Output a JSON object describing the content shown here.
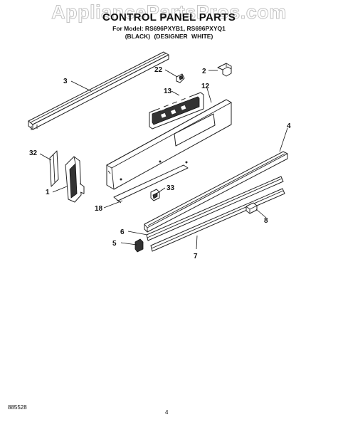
{
  "header": {
    "watermark": "AppliancePartsPros.com",
    "title": "CONTROL PANEL PARTS",
    "model_line": "For Model: RS696PXYB1, RS696PXYQ1",
    "variants": "(BLACK)   (DESIGNER WHITE)"
  },
  "callouts": {
    "c1": "1",
    "c2": "2",
    "c3": "3",
    "c4": "4",
    "c5": "5",
    "c6": "6",
    "c7": "7",
    "c8": "8",
    "c12": "12",
    "c13": "13",
    "c18": "18",
    "c22": "22",
    "c32": "32",
    "c33": "33"
  },
  "footer": {
    "doc_number": "885528",
    "page_number": "4"
  }
}
